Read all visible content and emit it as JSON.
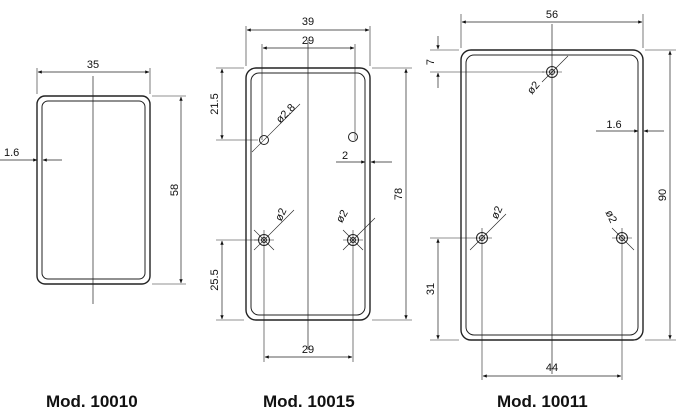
{
  "models": [
    {
      "caption": "Mod. 10010",
      "dims": {
        "width": "35",
        "height": "58",
        "wall": "1.6"
      }
    },
    {
      "caption": "Mod. 10015",
      "dims": {
        "outer_width": "39",
        "hole_spacing_top": "29",
        "hole_spacing_bottom": "29",
        "top_offset": "21.5",
        "hole_dia_top": "ø2.8",
        "hole_dia_left": "ø2",
        "hole_dia_right": "ø2",
        "wall": "2",
        "height": "78",
        "bottom_offset": "25.5"
      }
    },
    {
      "caption": "Mod. 10011",
      "dims": {
        "width": "56",
        "top_offset": "7",
        "hole_dia_top": "ø2",
        "wall": "1.6",
        "height": "90",
        "hole_dia_left": "ø2",
        "hole_dia_right": "ø2",
        "bottom_offset": "31",
        "hole_spacing": "44"
      }
    }
  ]
}
